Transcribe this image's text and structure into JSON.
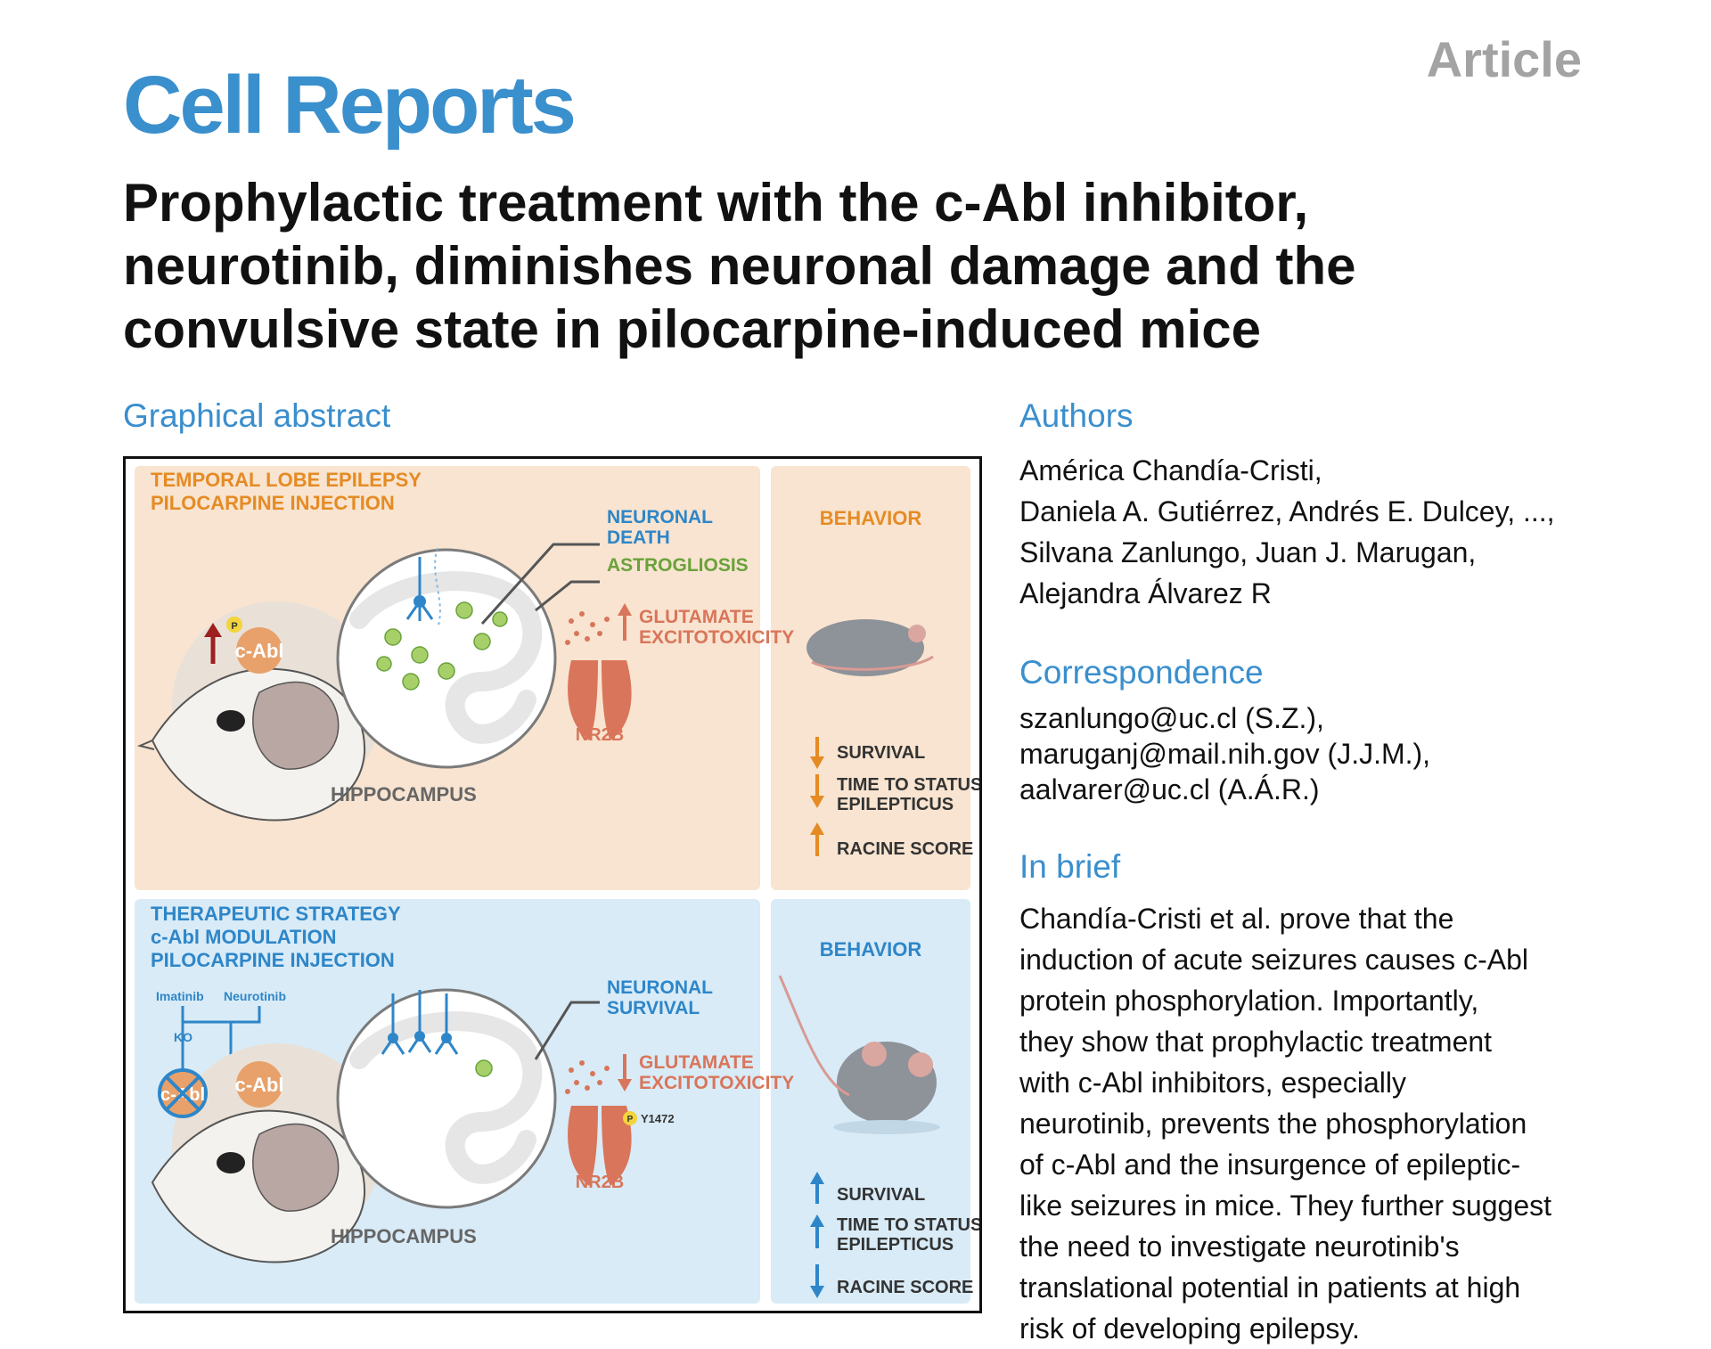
{
  "header": {
    "journal": "Cell Reports",
    "article_type": "Article"
  },
  "title_lines": [
    "Prophylactic treatment with the c-Abl inhibitor,",
    "neurotinib, diminishes neuronal damage and the",
    "convulsive state in pilocarpine-induced mice"
  ],
  "sections": {
    "graphical_abstract": "Graphical abstract",
    "authors": "Authors",
    "correspondence": "Correspondence",
    "in_brief": "In brief"
  },
  "authors_lines": [
    "América Chandía-Cristi,",
    "Daniela A. Gutiérrez, Andrés E. Dulcey, ...,",
    "Silvana Zanlungo, Juan J. Marugan,",
    "Alejandra Álvarez R"
  ],
  "correspondence_lines": [
    "szanlungo@uc.cl (S.Z.),",
    "maruganj@mail.nih.gov (J.J.M.),",
    "aalvarer@uc.cl (A.Á.R.)"
  ],
  "in_brief_lines": [
    "Chandía-Cristi et al. prove that the",
    "induction of acute seizures causes c-Abl",
    "protein phosphorylation. Importantly,",
    "they show that prophylactic treatment",
    "with c-Abl inhibitors, especially",
    "neurotinib, prevents the phosphorylation",
    "of c-Abl and the insurgence of epileptic-",
    "like seizures in mice. They further suggest",
    "the need to investigate neurotinib's",
    "translational potential in patients at high",
    "risk of developing epilepsy."
  ],
  "graphical_abstract": {
    "top": {
      "heading_lines": [
        "TEMPORAL LOBE EPILEPSY",
        "PILOCARPINE INJECTION"
      ],
      "c_abl": "c-Abl",
      "p_badge": "P",
      "neuronal_death_lines": [
        "NEURONAL",
        "DEATH"
      ],
      "astrogliosis": "ASTROGLIOSIS",
      "glutamate_lines": [
        "GLUTAMATE",
        "EXCITOTOXICITY"
      ],
      "nr2b": "NR2B",
      "hippocampus": "HIPPOCAMPUS",
      "behavior": "BEHAVIOR",
      "outcomes": [
        {
          "lines": [
            "SURVIVAL"
          ],
          "direction": "down"
        },
        {
          "lines": [
            "TIME TO STATUS",
            "EPILEPTICUS"
          ],
          "direction": "down"
        },
        {
          "lines": [
            "RACINE SCORE"
          ],
          "direction": "up"
        }
      ]
    },
    "bottom": {
      "heading_lines": [
        "THERAPEUTIC STRATEGY",
        "c-Abl MODULATION",
        "PILOCARPINE INJECTION"
      ],
      "imatinib": "Imatinib",
      "neurotinib": "Neurotinib",
      "ko": "KO",
      "c_abl_ko": "c-Abl",
      "c_abl": "c-Abl",
      "neuronal_survival_lines": [
        "NEURONAL",
        "SURVIVAL"
      ],
      "glutamate_lines": [
        "GLUTAMATE",
        "EXCITOTOXICITY"
      ],
      "p_badge": "P",
      "y1472": "Y1472",
      "nr2b": "NR2B",
      "hippocampus": "HIPPOCAMPUS",
      "behavior": "BEHAVIOR",
      "outcomes": [
        {
          "lines": [
            "SURVIVAL"
          ],
          "direction": "up"
        },
        {
          "lines": [
            "TIME TO STATUS",
            "EPILEPTICUS"
          ],
          "direction": "up"
        },
        {
          "lines": [
            "RACINE SCORE"
          ],
          "direction": "down"
        }
      ]
    },
    "colors": {
      "top_bg": "#f8e4d0",
      "bottom_bg": "#d8ebf7",
      "orange_text": "#e58b24",
      "blue_text": "#2e86c8",
      "green_text": "#6aa23a",
      "nr2b": "#d9755a",
      "cabl": "#e8a16a",
      "dark_red_arrow": "#9e1f1f"
    }
  }
}
